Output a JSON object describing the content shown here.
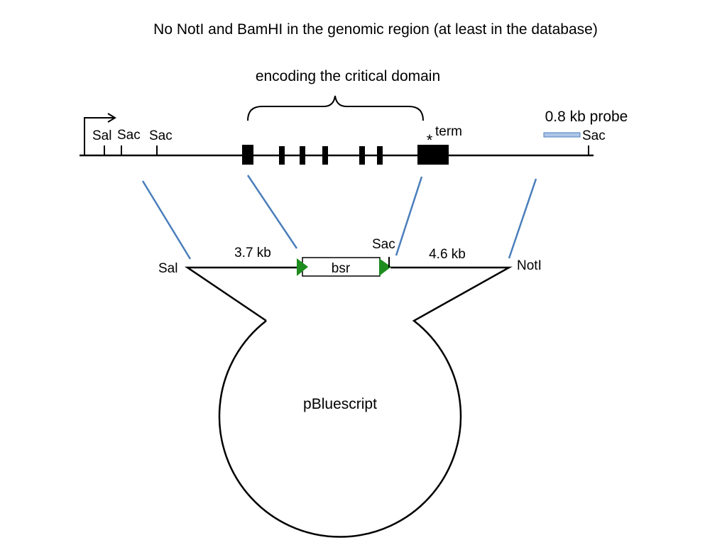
{
  "slide": {
    "title": "No NotI and BamHI in the genomic region (at least in the database)"
  },
  "genomic_map": {
    "domain_label": "encoding the critical domain",
    "site_sal": "Sal",
    "site_sac_1": "Sac",
    "site_sac_2": "Sac",
    "site_sac_3": "Sac",
    "stop_marker": "*",
    "term_label": "term",
    "probe_label": "0.8 kb probe"
  },
  "construct": {
    "site_sal": "Sal",
    "site_sac": "Sac",
    "site_notI": "NotI",
    "left_arm": "3.7 kb",
    "right_arm": "4.6 kb",
    "cassette": "bsr",
    "vector": "pBluescript"
  },
  "colors": {
    "line": "#000000",
    "homology_line": "#4a7ebb",
    "lox_arrow": "#1e8c1e",
    "probe_fill": "#aec5e8",
    "probe_stroke": "#4a7ebb"
  }
}
